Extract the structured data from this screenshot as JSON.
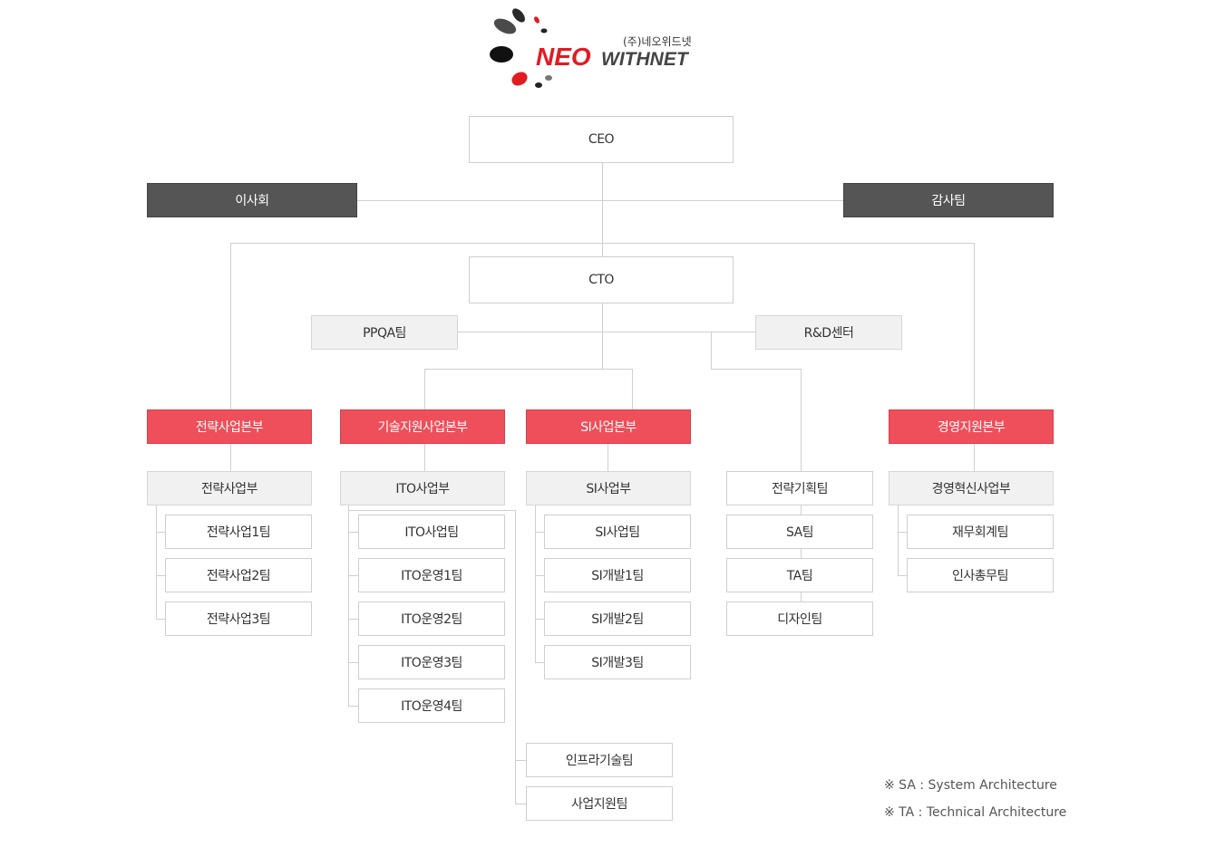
{
  "logo": {
    "corp_korean": "(주)네오위드넷",
    "brand_neo": "NEO",
    "brand_withnet": "WITHNET",
    "colors": {
      "red": "#e21b23",
      "dark": "#444444"
    }
  },
  "org": {
    "ceo": "CEO",
    "board": "이사회",
    "audit": "감사팀",
    "cto": "CTO",
    "ppqa": "PPQA팀",
    "rnd": "R&D센터"
  },
  "divisions": {
    "strategy": {
      "title": "전략사업본부",
      "dept": "전략사업부",
      "teams": [
        "전략사업1팀",
        "전략사업2팀",
        "전략사업3팀"
      ]
    },
    "tech": {
      "title": "기술지원사업본부",
      "dept": "ITO사업부",
      "teams": [
        "ITO사업팀",
        "ITO운영1팀",
        "ITO운영2팀",
        "ITO운영3팀",
        "ITO운영4팀"
      ]
    },
    "si": {
      "title": "SI사업본부",
      "dept": "SI사업부",
      "teams": [
        "SI사업팀",
        "SI개발1팀",
        "SI개발2팀",
        "SI개발3팀"
      ],
      "extra": [
        "인프라기술팀",
        "사업지원팀"
      ]
    },
    "rnd_teams": [
      "전략기획팀",
      "SA팀",
      "TA팀",
      "디자인팀"
    ],
    "mgmt": {
      "title": "경영지원본부",
      "dept": "경영혁신사업부",
      "teams": [
        "재무회계팀",
        "인사총무팀"
      ]
    }
  },
  "notes": [
    "※ SA : System Architecture",
    "※ TA : Technical Architecture"
  ],
  "colors": {
    "division_red": "#ee4f5a",
    "dark_gray": "#555556",
    "light_gray": "#f1f1f1",
    "line": "#cfcfcf"
  }
}
